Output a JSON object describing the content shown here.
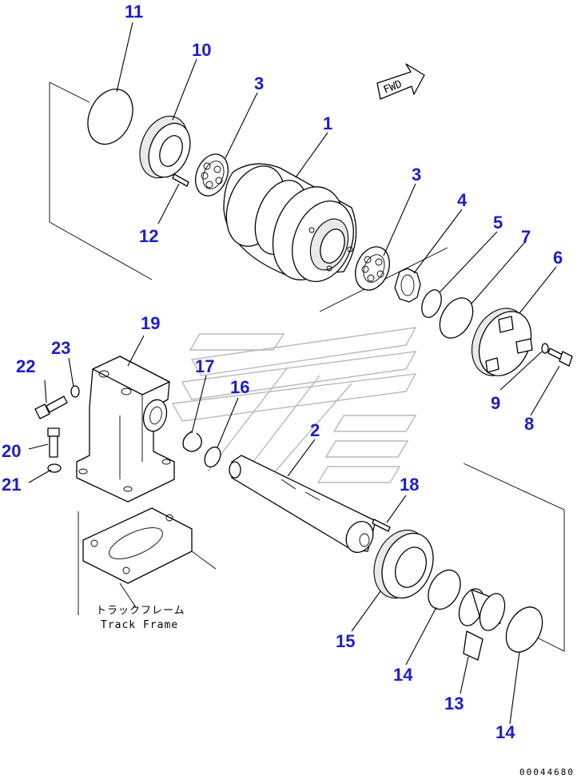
{
  "diagram": {
    "fwd_label": "FWD",
    "caption_jp": "トラックフレーム",
    "caption_en": "Track Frame",
    "ref_code": "00044680",
    "callout_color": "#1c1ccf",
    "callouts": {
      "c1": "1",
      "c2": "2",
      "c3a": "3",
      "c3b": "3",
      "c4": "4",
      "c5": "5",
      "c6": "6",
      "c7": "7",
      "c8": "8",
      "c9": "9",
      "c10": "10",
      "c11": "11",
      "c12": "12",
      "c13": "13",
      "c14a": "14",
      "c14b": "14",
      "c15": "15",
      "c16": "16",
      "c17": "17",
      "c18": "18",
      "c19": "19",
      "c20": "20",
      "c21": "21",
      "c22": "22",
      "c23": "23"
    }
  }
}
